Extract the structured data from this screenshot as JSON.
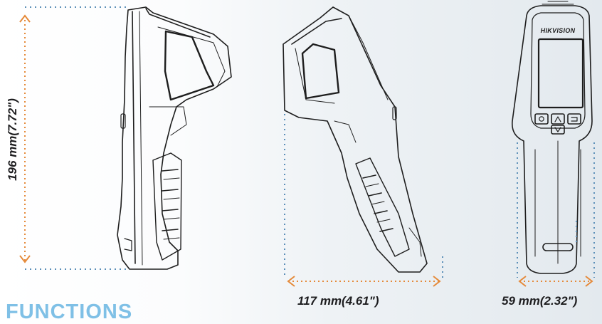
{
  "dimensions": {
    "height": "196 mm(7.72\")",
    "depth": "117 mm(4.61\")",
    "width": "59 mm(2.32\")"
  },
  "brand": "HIKVISION",
  "section_title": "FUNCTIONS",
  "colors": {
    "accent_dim": "#e58a3a",
    "accent_dots": "#5b8fb8",
    "title": "#7fc0e6",
    "line": "#1e1e1e"
  }
}
